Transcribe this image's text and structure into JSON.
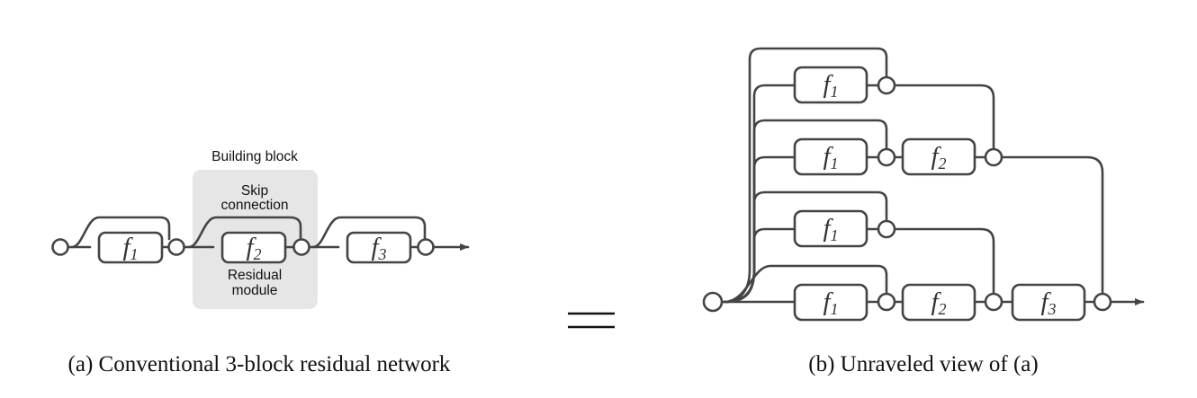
{
  "panel_a": {
    "building_block_label": "Building block",
    "skip_connection_label_line1": "Skip",
    "skip_connection_label_line2": "connection",
    "residual_module_label_line1": "Residual",
    "residual_module_label_line2": "module",
    "caption": "(a) Conventional 3-block residual network",
    "modules": [
      {
        "name": "f",
        "sub": "1"
      },
      {
        "name": "f",
        "sub": "2"
      },
      {
        "name": "f",
        "sub": "3"
      }
    ]
  },
  "equals_symbol": "=",
  "panel_b": {
    "caption": "(b) Unraveled view of (a)",
    "paths": [
      {
        "modules": [
          {
            "name": "f",
            "sub": "1"
          }
        ]
      },
      {
        "modules": [
          {
            "name": "f",
            "sub": "1"
          },
          {
            "name": "f",
            "sub": "2"
          }
        ]
      },
      {
        "modules": [
          {
            "name": "f",
            "sub": "1"
          }
        ]
      },
      {
        "modules": [
          {
            "name": "f",
            "sub": "1"
          },
          {
            "name": "f",
            "sub": "2"
          },
          {
            "name": "f",
            "sub": "3"
          }
        ]
      }
    ]
  },
  "colors": {
    "line": "#444444",
    "block_background": "#e6e6e6",
    "text": "#111111"
  }
}
